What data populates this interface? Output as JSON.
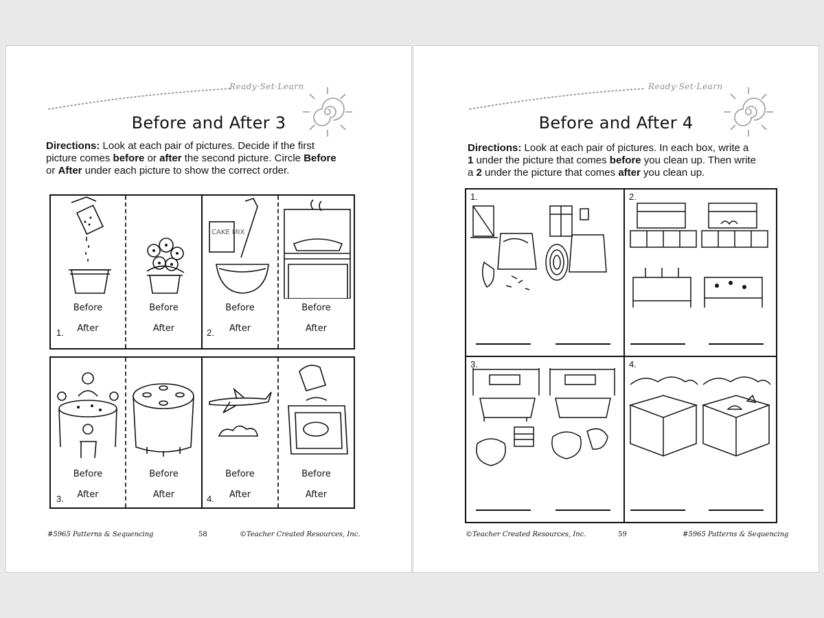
{
  "left_page": {
    "brand": "Ready·Set·Learn",
    "title": "Before and After 3",
    "directions": {
      "label": "Directions:",
      "line1": " Look at each pair of pictures.  Decide if the first",
      "line2a": "picture comes ",
      "before": "before",
      "line2b": " or ",
      "after": "after",
      "line2c": " the second picture.  Circle ",
      "before_cap": "Before",
      "line3a": "or ",
      "after_cap": "After",
      "line3b": " under each picture to show the correct order."
    },
    "choice_before": "Before",
    "choice_after": "After",
    "numbers": [
      "1.",
      "2.",
      "3.",
      "4."
    ],
    "footer": {
      "left": "#5965 Patterns & Sequencing",
      "page": "58",
      "right": "©Teacher Created Resources, Inc."
    },
    "cake_box_text": "CAKE MIX"
  },
  "right_page": {
    "brand": "Ready·Set·Learn",
    "title": "Before and After 4",
    "directions": {
      "label": "Directions:",
      "line1": " Look at each pair of pictures.  In each box, write a",
      "line2a_num": "1",
      "line2b": " under the picture that comes ",
      "before": "before",
      "line2c": " you clean up.  Then write",
      "line3a": "a ",
      "line3a_num": "2",
      "line3b": " under the picture that comes ",
      "after": "after",
      "line3c": " you clean up."
    },
    "numbers": [
      "1.",
      "2.",
      "3.",
      "4."
    ],
    "footer": {
      "left": "©Teacher Created Resources, Inc.",
      "page": "59",
      "right": "#5965 Patterns & Sequencing"
    }
  }
}
